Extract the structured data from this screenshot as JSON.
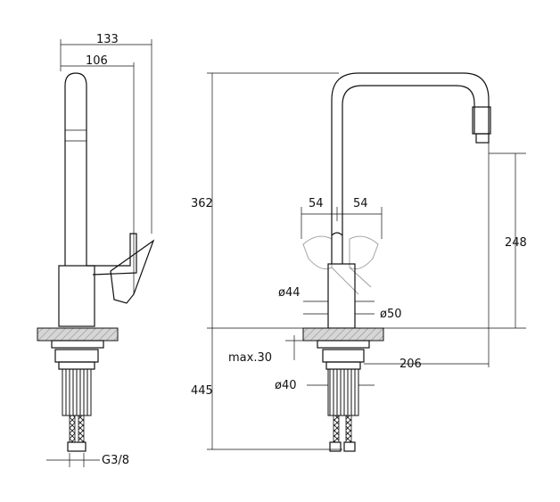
{
  "dimensions": {
    "side_total_width": "133",
    "side_spout_width": "106",
    "total_height": "362",
    "spout_height": "248",
    "handle_left": "54",
    "handle_right": "54",
    "body_diameter_top": "ø44",
    "body_diameter_bottom": "ø50",
    "max_deck_thickness": "max.30",
    "spout_reach": "206",
    "shank_diameter": "ø40",
    "below_deck_length": "445",
    "hose_thread": "G3/8"
  },
  "colors": {
    "ink": "#111111",
    "ghost": "#9a9a9a",
    "deck": "#d6d6d6",
    "background": "#ffffff"
  }
}
